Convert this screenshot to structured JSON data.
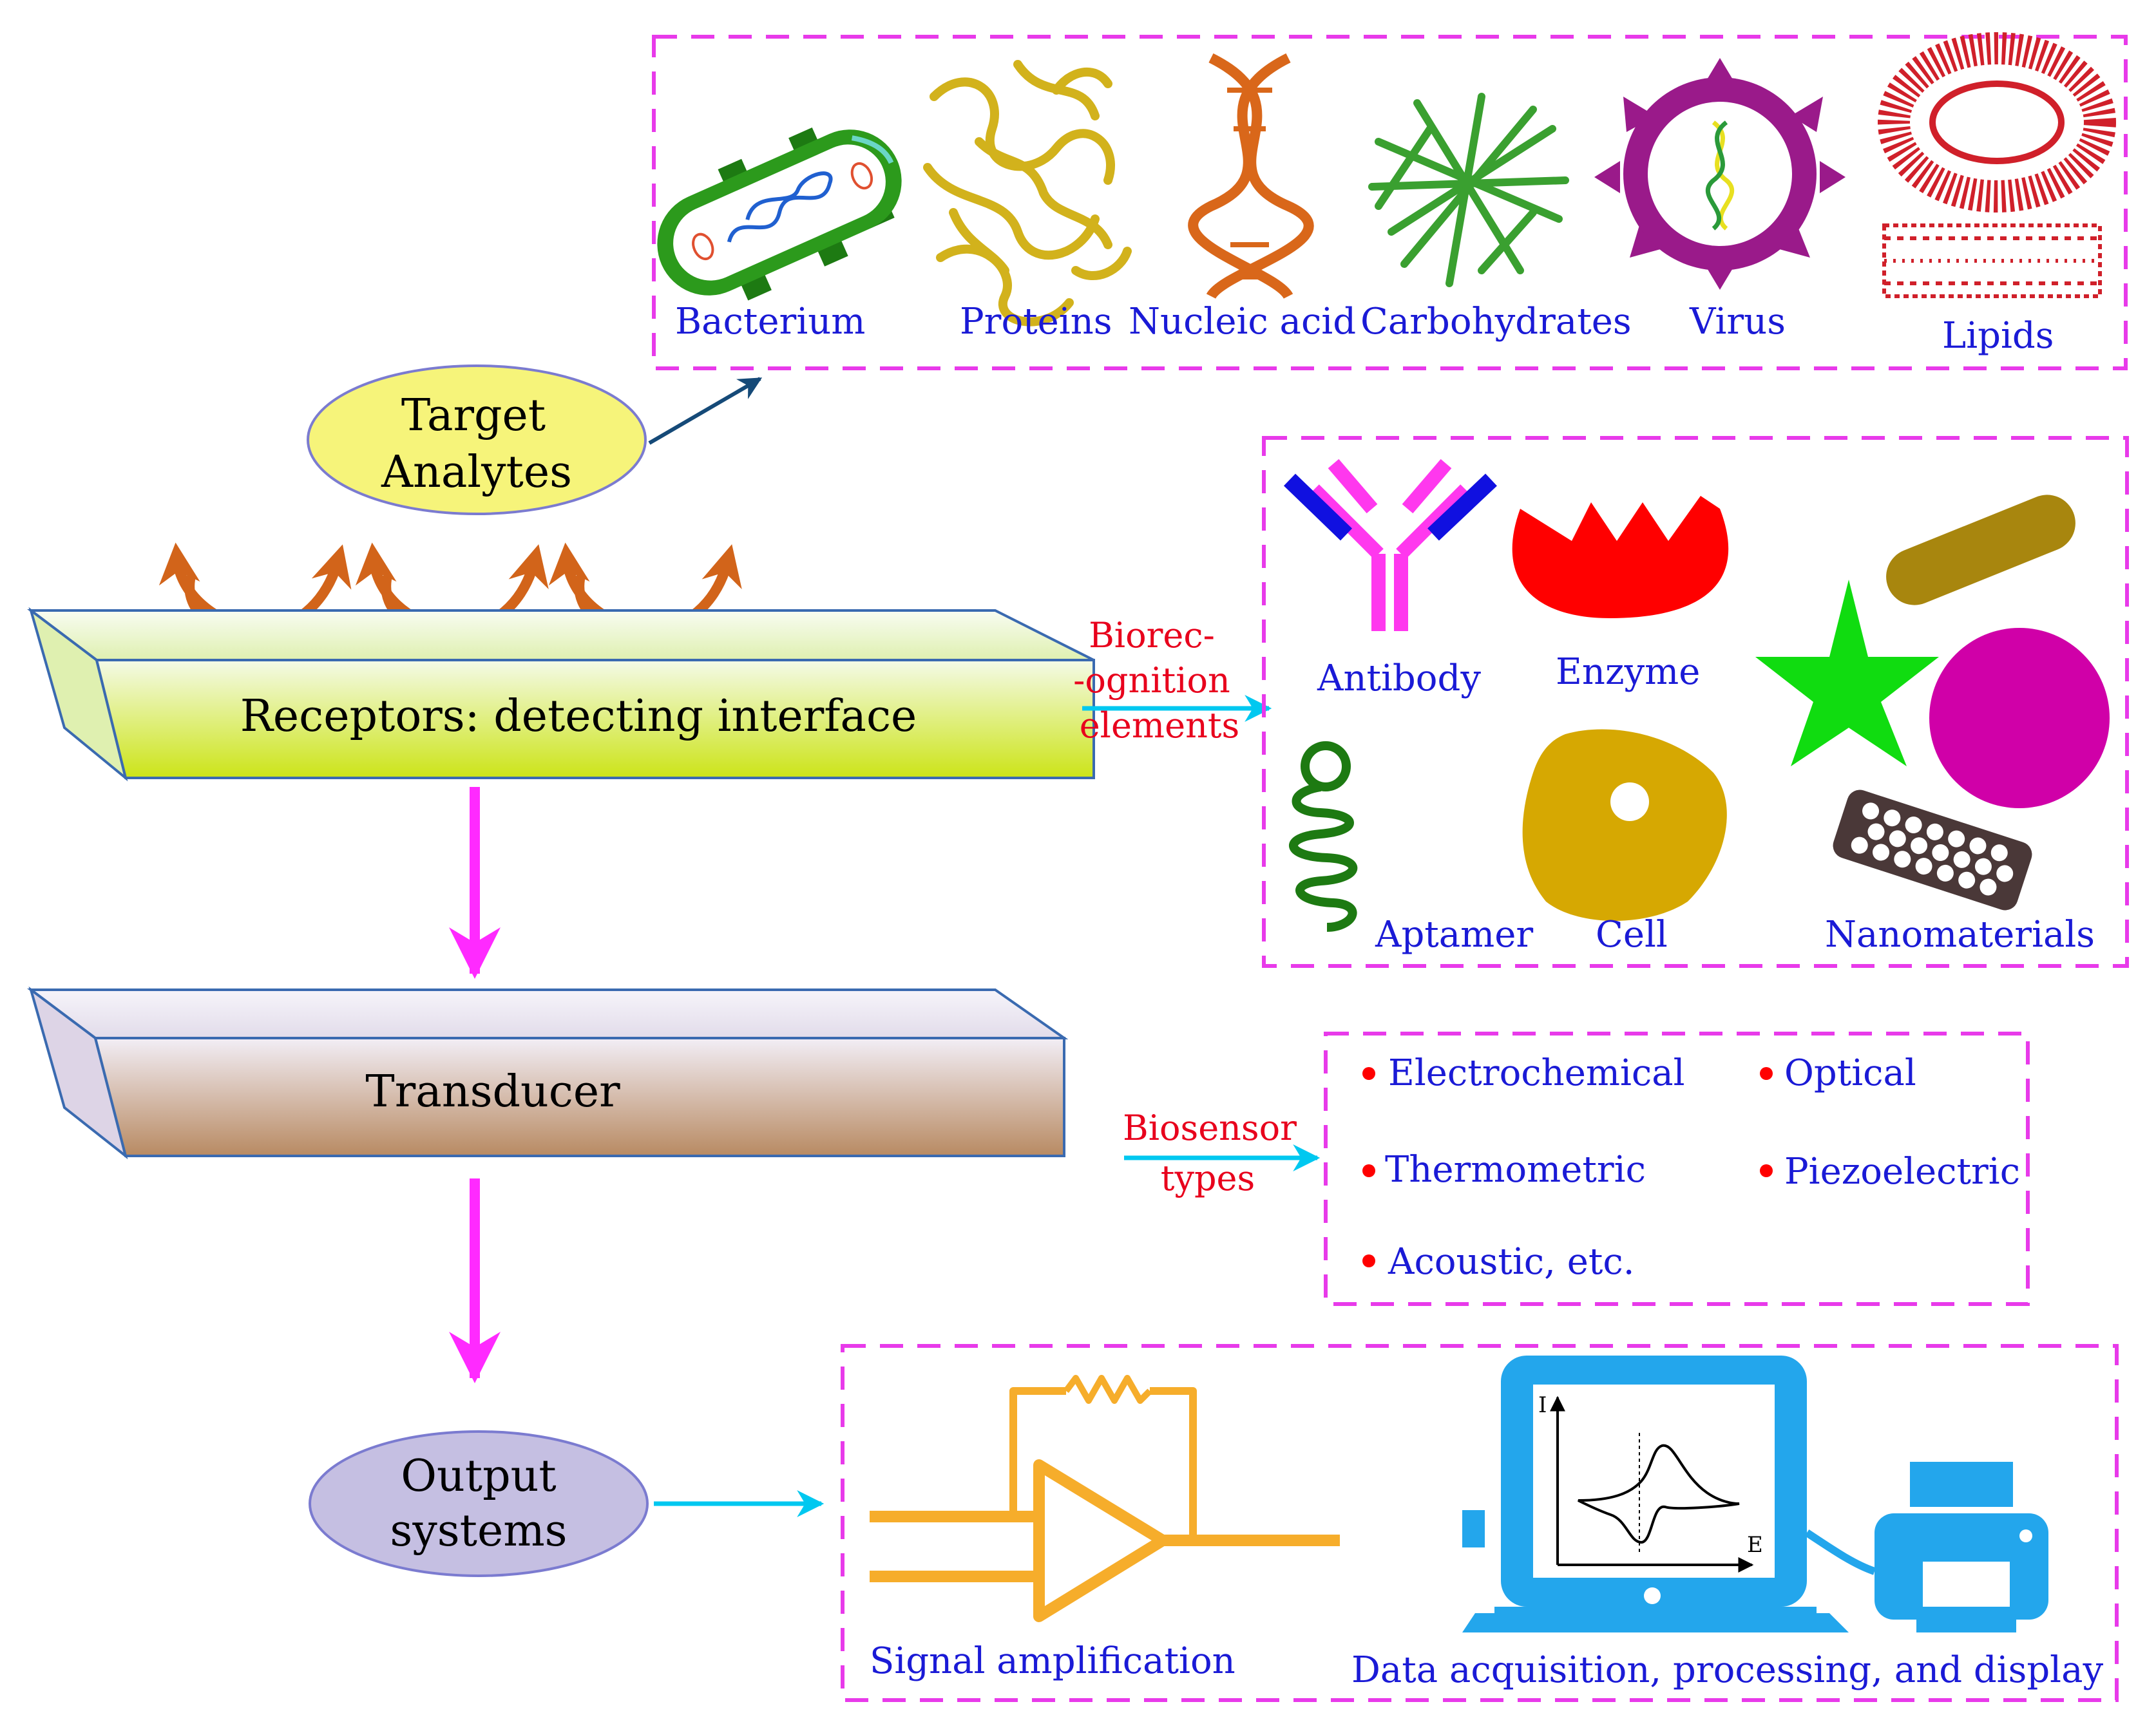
{
  "analytes": {
    "title_line1": "Target",
    "title_line2": "Analytes",
    "items": [
      "Bacterium",
      "Proteins",
      "Nucleic acid",
      "Carbohydrates",
      "Virus",
      "Lipids"
    ]
  },
  "receptor": {
    "label": "Receptors: detecting interface",
    "side_label_line1": "Biorec-",
    "side_label_line2": "-ognition",
    "side_label_line3": "elements",
    "elements": [
      "Antibody",
      "Enzyme",
      "Aptamer",
      "Cell",
      "Nanomaterials"
    ]
  },
  "transducer": {
    "label": "Transducer",
    "side_label_line1": "Biosensor",
    "side_label_line2": "types",
    "types": [
      "Electrochemical",
      "Optical",
      "Thermometric",
      "Piezoelectric",
      "Acoustic, etc."
    ]
  },
  "output": {
    "title_line1": "Output",
    "title_line2": "systems",
    "signal_label": "Signal amplification",
    "data_label": "Data acquisition, processing, and display",
    "axis_i": "I",
    "axis_e": "E"
  },
  "colors": {
    "dashed_border": "#e83aea",
    "label_blue": "#1a1ad6",
    "label_red": "#e8001c",
    "magenta_arrow": "#ff2aff",
    "cyan_arrow": "#00c8f0",
    "orange_arrow": "#d2641a",
    "amp_orange": "#f6ad2b",
    "monitor_blue": "#23a6ec"
  }
}
